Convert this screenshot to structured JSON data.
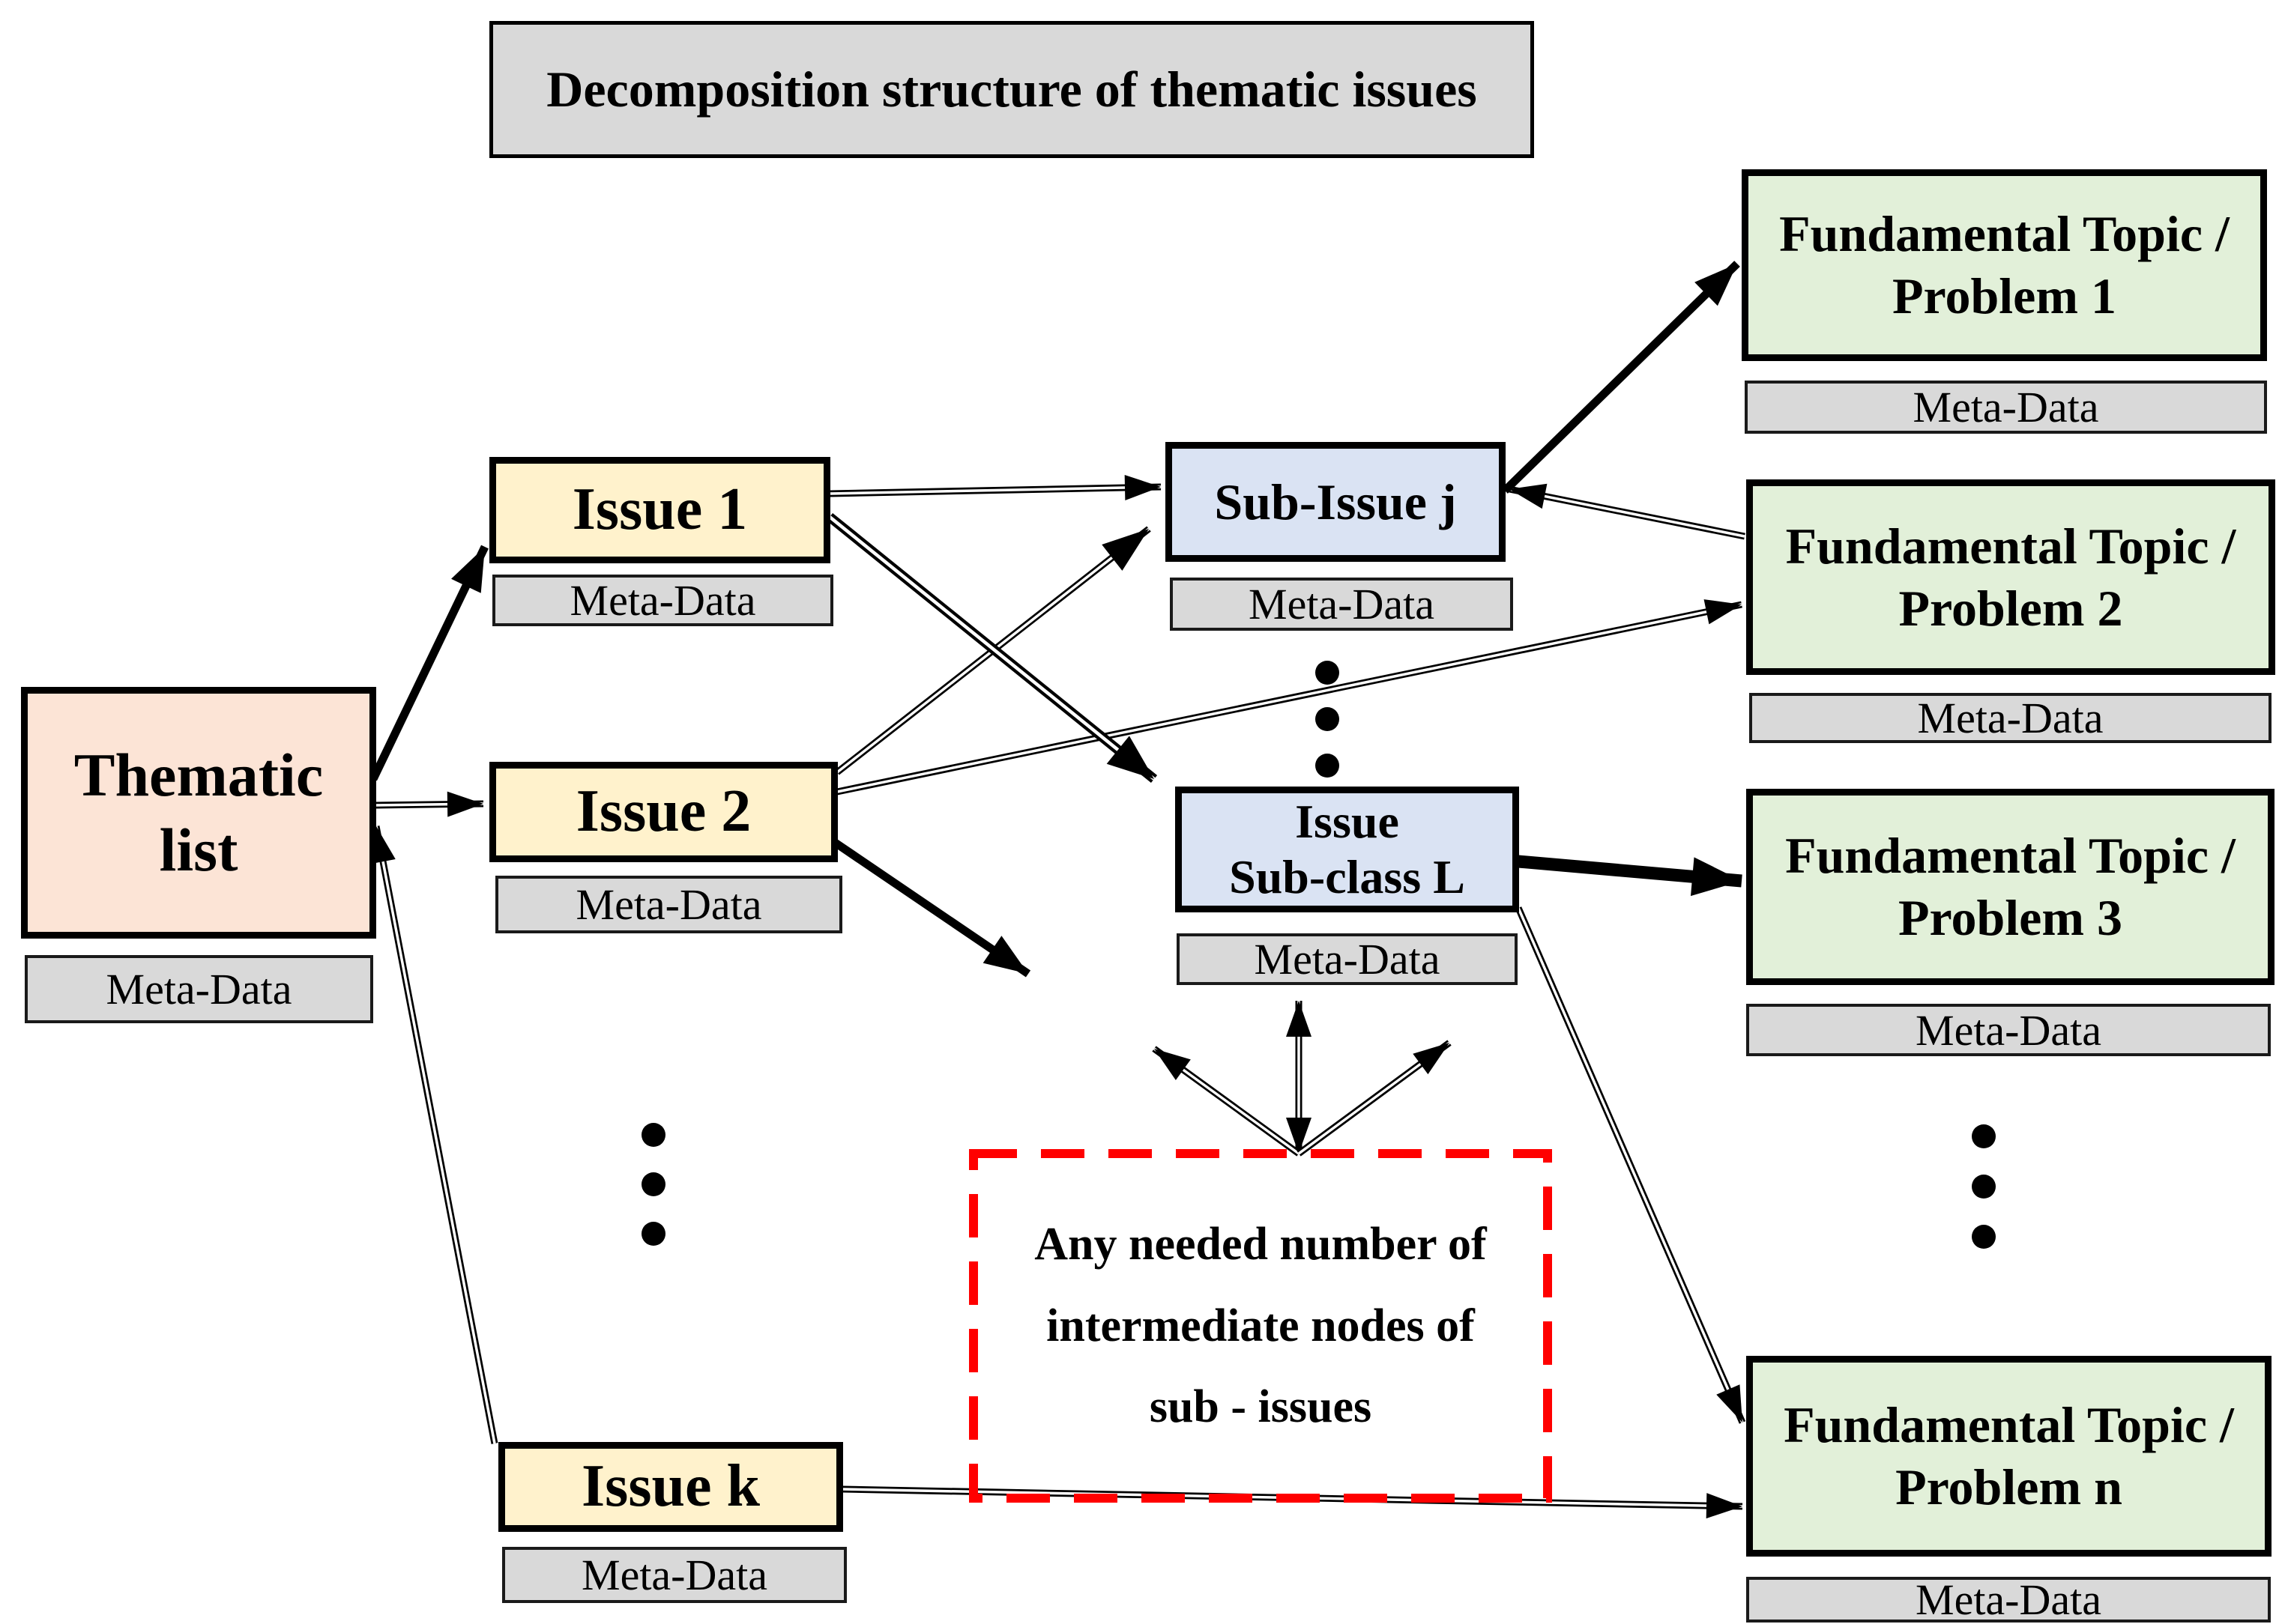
{
  "title": "Decomposition structure of thematic issues",
  "labels": {
    "meta_data": "Meta-Data"
  },
  "colors": {
    "thematic_fill": "#FCE4D6",
    "issue_fill": "#FFF2CC",
    "sub_issue_fill": "#DAE3F3",
    "fundamental_fill": "#E2F0D9",
    "meta_fill": "#D9D9D9",
    "title_fill": "#D9D9D9",
    "annotation_border": "#FF0000",
    "line": "#000000"
  },
  "nodes": {
    "thematic_list": {
      "label": "Thematic\nlist"
    },
    "issue_1": {
      "label": "Issue 1"
    },
    "issue_2": {
      "label": "Issue 2"
    },
    "issue_k": {
      "label": "Issue k"
    },
    "sub_issue_j": {
      "label": "Sub-Issue j"
    },
    "issue_sub_class_l": {
      "label": "Issue\nSub-class L"
    },
    "fundamental_1": {
      "label": "Fundamental Topic /\nProblem 1"
    },
    "fundamental_2": {
      "label": "Fundamental Topic /\nProblem 2"
    },
    "fundamental_3": {
      "label": "Fundamental Topic /\nProblem 3"
    },
    "fundamental_n": {
      "label": "Fundamental Topic /\nProblem n"
    },
    "intermediate_nodes": {
      "label": "Any needed number of\nintermediate nodes of\nsub - issues"
    }
  },
  "edges": [
    {
      "from": "thematic_list",
      "to": "issue_1",
      "style": "thick-solid",
      "heads": "end"
    },
    {
      "from": "thematic_list",
      "to": "issue_2",
      "style": "thin-double",
      "heads": "end"
    },
    {
      "from": "issue_k",
      "to": "thematic_list",
      "style": "thin-double",
      "heads": "end"
    },
    {
      "from": "issue_1",
      "to": "sub_issue_j",
      "style": "thin-double",
      "heads": "end"
    },
    {
      "from": "issue_1",
      "to": "issue_sub_class_l",
      "style": "thick-double",
      "heads": "end"
    },
    {
      "from": "issue_2",
      "to": "sub_issue_j",
      "style": "thin-double",
      "heads": "end",
      "head_scale": 1.3
    },
    {
      "from": "issue_2",
      "to": "fundamental_2",
      "style": "thin-double",
      "heads": "end"
    },
    {
      "from": "issue_2",
      "to": "intermediate_nodes",
      "style": "thick-solid",
      "heads": "end"
    },
    {
      "from": "sub_issue_j",
      "to": "fundamental_1",
      "style": "thick-solid",
      "heads": "end"
    },
    {
      "from": "fundamental_2",
      "to": "sub_issue_j",
      "style": "thin-double",
      "heads": "end"
    },
    {
      "from": "issue_sub_class_l",
      "to": "fundamental_3",
      "style": "xthick-solid",
      "heads": "end"
    },
    {
      "from": "issue_sub_class_l",
      "to": "fundamental_n",
      "style": "thin-double",
      "heads": "end"
    },
    {
      "from": "issue_k",
      "to": "fundamental_n",
      "style": "thin-double",
      "heads": "end"
    },
    {
      "from": "issue_sub_class_l",
      "to": "intermediate_nodes",
      "style": "thin-double",
      "heads": "both"
    },
    {
      "from": "intermediate_nodes",
      "to": "fan_left",
      "style": "thin-double",
      "heads": "end"
    },
    {
      "from": "intermediate_nodes",
      "to": "fan_right",
      "style": "thin-double",
      "heads": "end"
    }
  ],
  "ellipsis_groups": [
    {
      "id": "issues-ellipsis"
    },
    {
      "id": "sub-issues-ellipsis"
    },
    {
      "id": "problems-ellipsis"
    }
  ]
}
